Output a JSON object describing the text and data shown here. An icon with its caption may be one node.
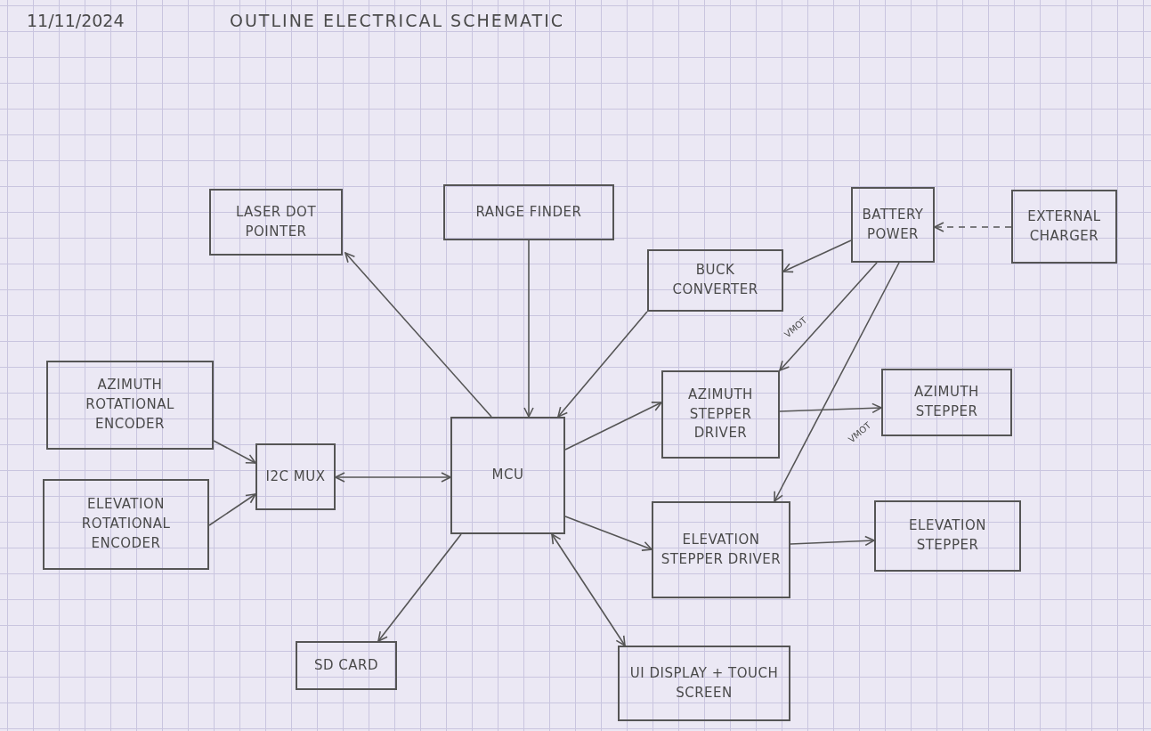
{
  "diagram": {
    "title": "OUTLINE ELECTRICAL SCHEMATIC",
    "nodes": [
      {
        "text": [
          "LASER DOT POINTER"
        ]
      },
      {
        "text": [
          "RANGE FINDER"
        ]
      },
      {
        "text": [
          "BATTERY POWER"
        ]
      },
      {
        "text": [
          "EXTERNAL CHARGER"
        ]
      },
      {
        "text": [
          "BUCK CONVERTER"
        ]
      },
      {
        "text": [
          "AZIMUTH ROTATIONAL ENCODER"
        ]
      },
      {
        "text": [
          "AZIMUTH STEPPER DRIVER"
        ]
      },
      {
        "text": [
          "AZIMUTH STEPPER"
        ]
      },
      {
        "text": [
          "I2C MUX"
        ]
      },
      {
        "text": [
          "MCU"
        ]
      },
      {
        "text": [
          "ELEVATION ROTATIONAL ENCODER"
        ]
      },
      {
        "text": [
          "ELEVATION STEPPER DRIVER"
        ]
      },
      {
        "text": [
          "ELEVATION STEPPER"
        ]
      },
      {
        "text": [
          "SD CARD"
        ]
      },
      {
        "text": [
          "UI DISPLAY + TOUCH SCREEN"
        ]
      }
    ],
    "edges": [
      {
        "from": 9,
        "to": 0,
        "arrow": "to"
      },
      {
        "from": 1,
        "to": 9,
        "arrow": "to"
      },
      {
        "from": 4,
        "to": 9,
        "arrow": "to"
      },
      {
        "from": 2,
        "to": 4,
        "arrow": "to"
      },
      {
        "from": 3,
        "to": 2,
        "arrow": "to",
        "style": "dashed"
      },
      {
        "from": 2,
        "to": 6,
        "arrow": "to",
        "label": "VMOT"
      },
      {
        "from": 2,
        "to": 11,
        "arrow": "to",
        "label": "VMOT"
      },
      {
        "from": 6,
        "to": 7,
        "arrow": "to"
      },
      {
        "from": 9,
        "to": 6,
        "arrow": "to"
      },
      {
        "from": 9,
        "to": 11,
        "arrow": "to"
      },
      {
        "from": 11,
        "to": 12,
        "arrow": "to"
      },
      {
        "from": 5,
        "to": 8,
        "arrow": "to"
      },
      {
        "from": 10,
        "to": 8,
        "arrow": "to"
      },
      {
        "from": 8,
        "to": 9,
        "arrow": "both"
      },
      {
        "from": 9,
        "to": 13,
        "arrow": "to"
      },
      {
        "from": 9,
        "to": 14,
        "arrow": "both"
      }
    ],
    "labels": [
      "11/11/2024"
    ]
  }
}
